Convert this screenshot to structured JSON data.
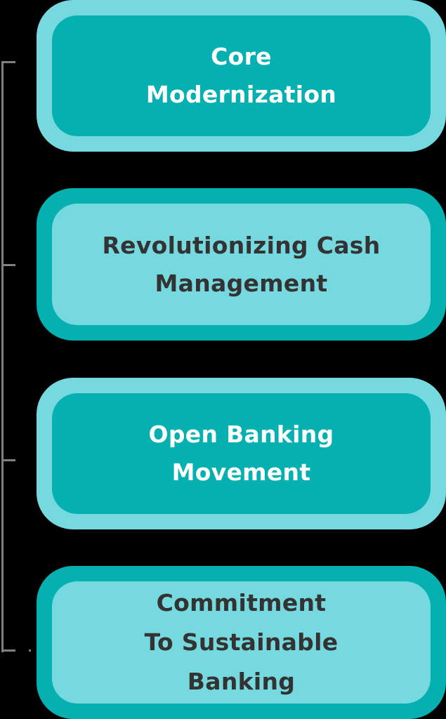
{
  "diagram": {
    "type": "vertical-step-list",
    "colors": {
      "background": "#000000",
      "teal_dark": "#05b0b1",
      "teal_light": "#76d9df",
      "text_light": "#ffffff",
      "text_dark": "#333333",
      "bracket": "#7f7f7f"
    },
    "steps": [
      {
        "label": "Core\nModernization",
        "variant": "dark"
      },
      {
        "label": "Revolutionizing Cash\nManagement",
        "variant": "light"
      },
      {
        "label": "Open Banking\nMovement",
        "variant": "dark"
      },
      {
        "label": "Commitment\nTo Sustainable\nBanking",
        "variant": "light"
      }
    ],
    "bracket": {
      "tick_positions_y": [
        88,
        377,
        655,
        926
      ]
    }
  }
}
